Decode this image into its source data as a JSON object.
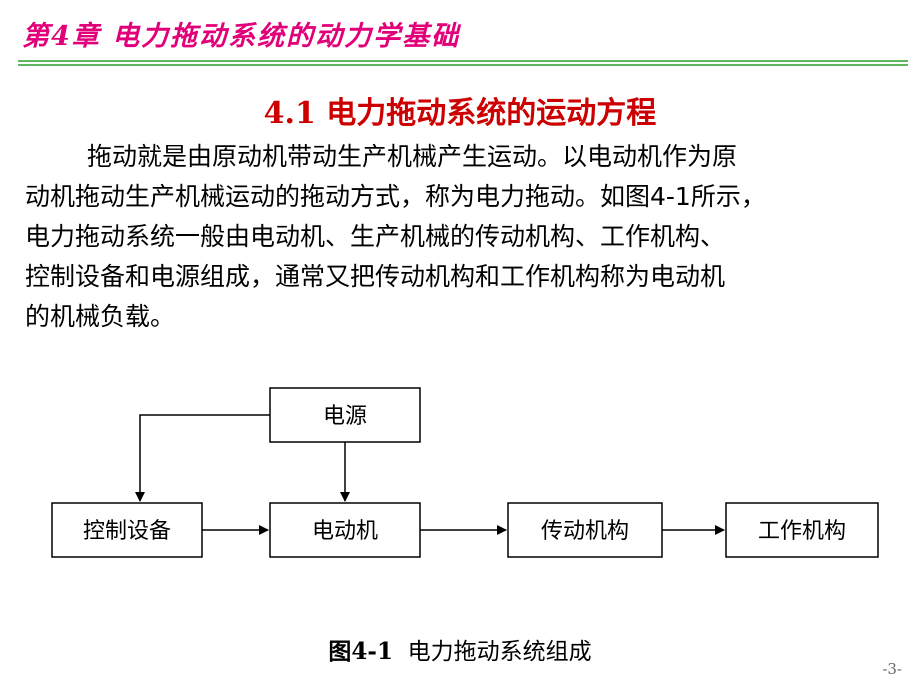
{
  "header": {
    "title": "第4章  电力拖动系统的动力学基础",
    "accent_color": "#e2007a",
    "rule_color": "#5fb85f"
  },
  "section": {
    "title": "4.1  电力拖动系统的运动方程",
    "color": "#cc0000"
  },
  "body": {
    "lines": [
      "拖动就是由原动机带动生产机械产生运动。以电动机作为原",
      "动机拖动生产机械运动的拖动方式，称为电力拖动。如图4-1所示，",
      "电力拖动系统一般由电动机、生产机械的传动机构、工作机构、",
      "控制设备和电源组成，通常又把传动机构和工作机构称为电动机",
      "的机械负载。"
    ]
  },
  "diagram": {
    "nodes": {
      "power": "电源",
      "control": "控制设备",
      "motor": "电动机",
      "transmission": "传动机构",
      "working": "工作机构"
    },
    "edges": [
      [
        "power",
        "control"
      ],
      [
        "power",
        "motor"
      ],
      [
        "control",
        "motor"
      ],
      [
        "motor",
        "transmission"
      ],
      [
        "transmission",
        "working"
      ]
    ]
  },
  "caption": {
    "number": "图4-1",
    "text": "电力拖动系统组成"
  },
  "page_number": "-3-"
}
